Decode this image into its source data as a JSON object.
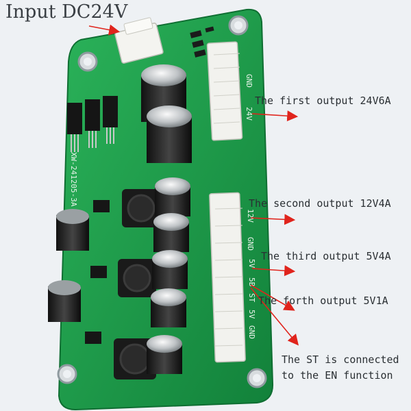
{
  "labels": {
    "input": "Input DC24V",
    "output1": "The first output 24V6A",
    "output2": "The second output 12V4A",
    "output3": "The third output 5V4A",
    "output4": "The forth output 5V1A",
    "st_note": "The ST is connected to the EN function"
  },
  "silkscreen": {
    "gnd": "GND",
    "v24": "24V",
    "v12": "12V",
    "v5": "5V",
    "v5b": "5B",
    "st": "ST",
    "gnd2": "GND",
    "model": "XW-241205-3A"
  },
  "colors": {
    "board": "#1f9a4a",
    "board_edge": "#16843c",
    "arrow": "#e0241c",
    "capacitor": "#2a2a2a",
    "connector": "#f2f2ee"
  }
}
